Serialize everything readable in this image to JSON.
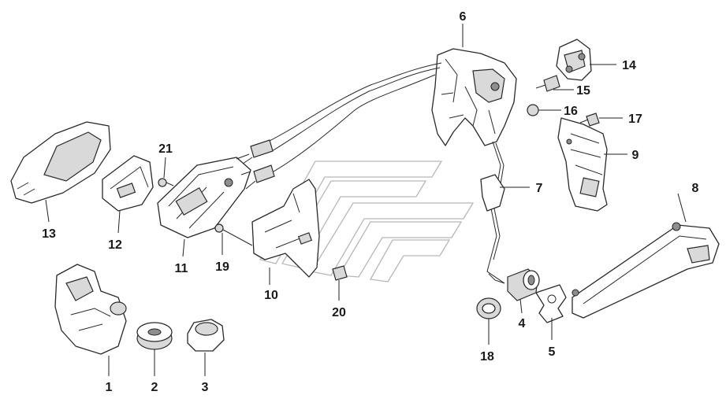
{
  "diagram": {
    "colors": {
      "line": "#2a2a2a",
      "shade": "#d9d9d9",
      "dark": "#8e8e8e",
      "watermark": "#b8b8b8"
    },
    "callouts": [
      {
        "id": "c1",
        "label": "1"
      },
      {
        "id": "c2",
        "label": "2"
      },
      {
        "id": "c3",
        "label": "3"
      },
      {
        "id": "c4",
        "label": "4"
      },
      {
        "id": "c5",
        "label": "5"
      },
      {
        "id": "c6",
        "label": "6"
      },
      {
        "id": "c7",
        "label": "7"
      },
      {
        "id": "c8",
        "label": "8"
      },
      {
        "id": "c9",
        "label": "9"
      },
      {
        "id": "c10",
        "label": "10"
      },
      {
        "id": "c11",
        "label": "11"
      },
      {
        "id": "c12",
        "label": "12"
      },
      {
        "id": "c13",
        "label": "13"
      },
      {
        "id": "c14",
        "label": "14"
      },
      {
        "id": "c15",
        "label": "15"
      },
      {
        "id": "c16",
        "label": "16"
      },
      {
        "id": "c17",
        "label": "17"
      },
      {
        "id": "c18",
        "label": "18"
      },
      {
        "id": "c19",
        "label": "19"
      },
      {
        "id": "c20",
        "label": "20"
      },
      {
        "id": "c21",
        "label": "21"
      }
    ]
  }
}
